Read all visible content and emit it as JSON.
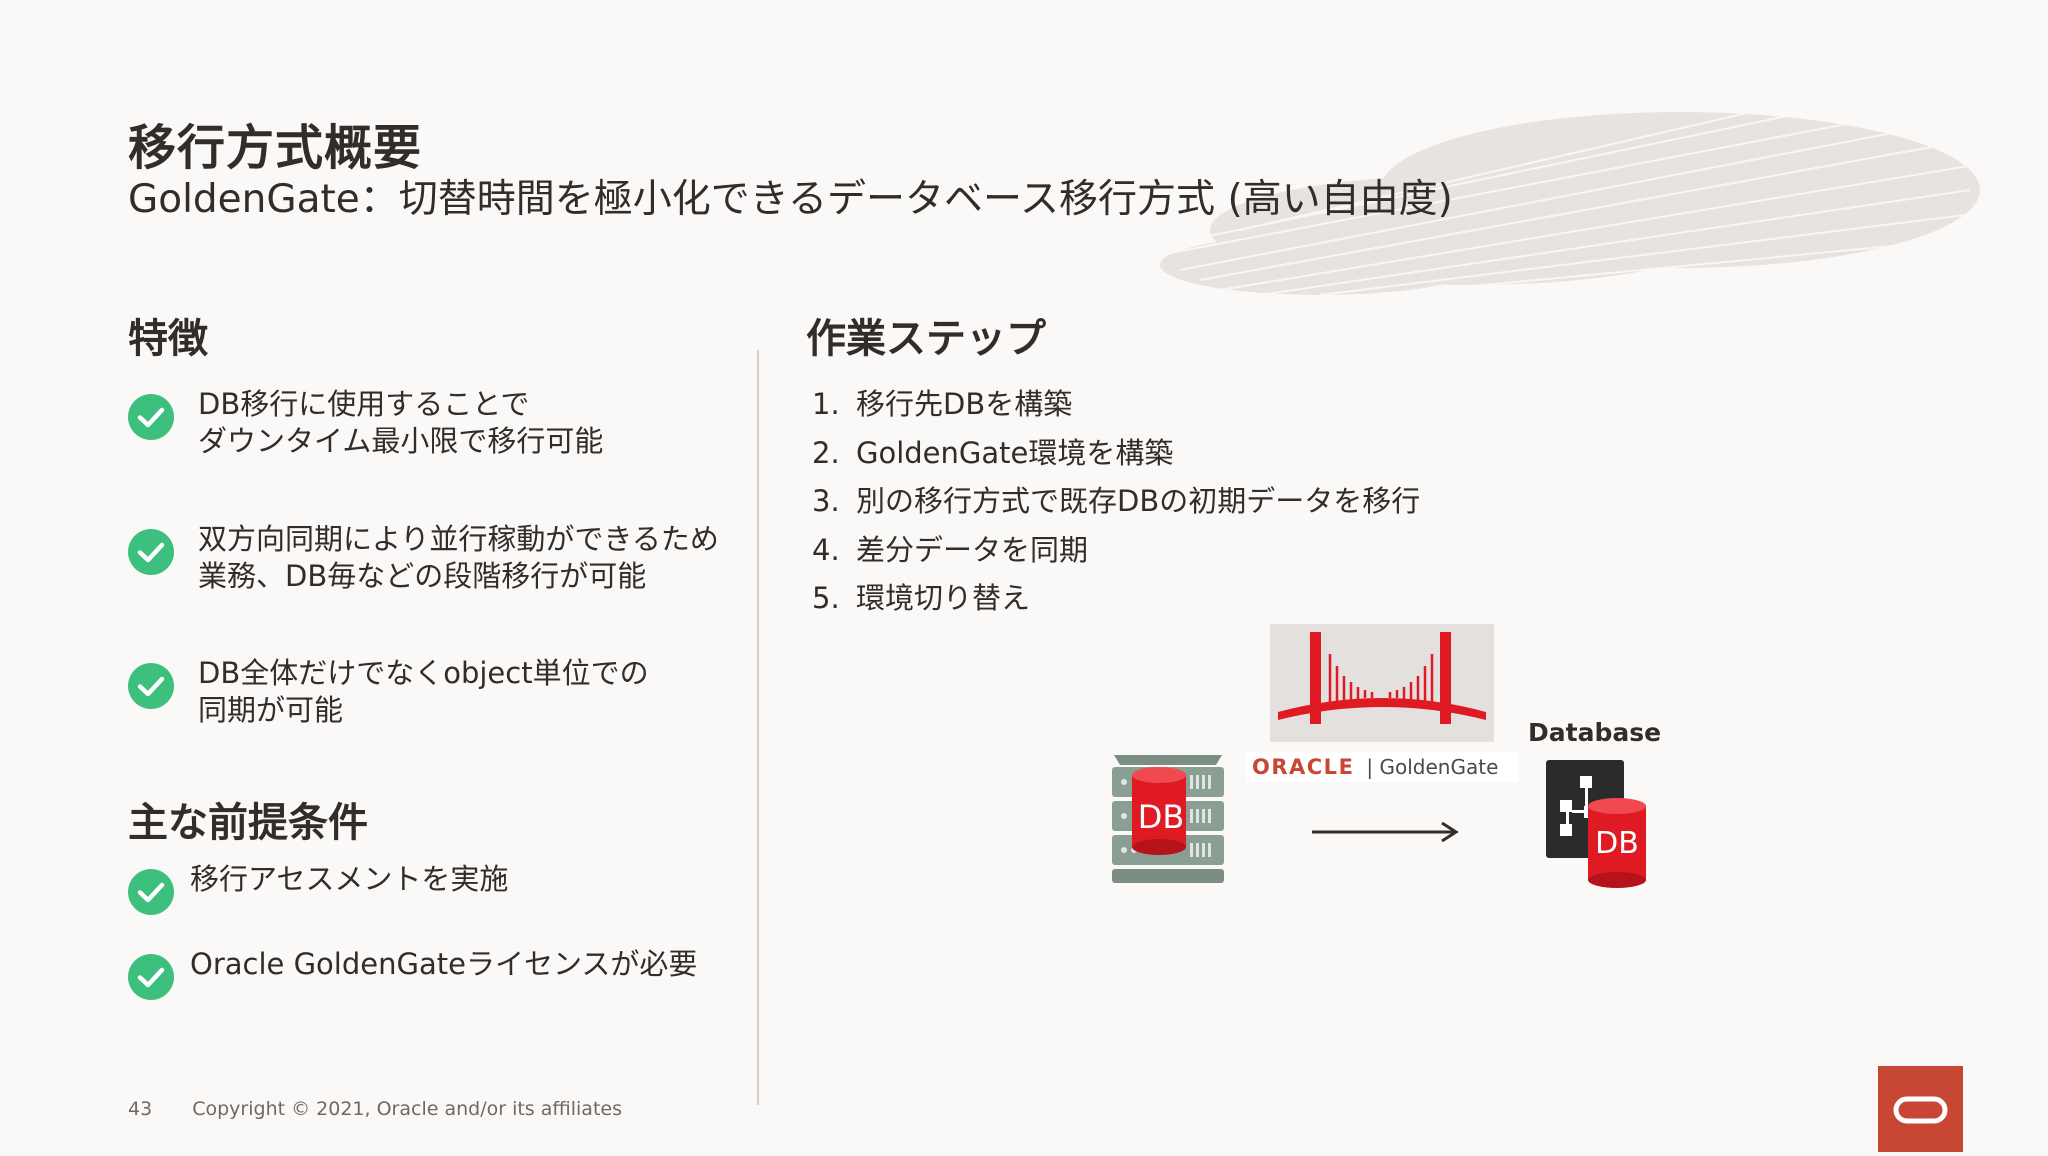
{
  "slide": {
    "title": "移行方式概要",
    "subtitle": "GoldenGate：切替時間を極小化できるデータベース移行方式 (高い自由度)"
  },
  "features": {
    "heading": "特徴",
    "items": [
      {
        "lines": [
          "DB移行に使用することで",
          "ダウンタイム最小限で移行可能"
        ]
      },
      {
        "lines": [
          "双方向同期により並行稼動ができるため",
          "業務、DB毎などの段階移行が可能"
        ]
      },
      {
        "lines": [
          "DB全体だけでなくobject単位での",
          "同期が可能"
        ]
      }
    ]
  },
  "prerequisites": {
    "heading": "主な前提条件",
    "items": [
      {
        "text": "移行アセスメントを実施"
      },
      {
        "text": "Oracle GoldenGateライセンスが必要"
      }
    ]
  },
  "steps": {
    "heading": "作業ステップ",
    "items": [
      {
        "num": "1.",
        "text": "移行先DBを構築"
      },
      {
        "num": "2.",
        "text": "GoldenGate環境を構築"
      },
      {
        "num": "3.",
        "text": "別の移行方式で既存DBの初期データを移行"
      },
      {
        "num": "4.",
        "text": "差分データを同期"
      },
      {
        "num": "5.",
        "text": "環境切り替え"
      }
    ]
  },
  "diagram": {
    "source_db_label": "DB",
    "target_label": "Database",
    "target_db_label": "DB",
    "oracle_wordmark": "ORACLE",
    "product_wordmark": "| GoldenGate",
    "arrow_icon": "right-arrow-icon"
  },
  "footer": {
    "page_number": "43",
    "copyright": "Copyright © 2021, Oracle and/or its affiliates"
  },
  "colors": {
    "check_green": "#3dbf7e",
    "oracle_red": "#c74634",
    "db_red": "#e01a22",
    "text": "#312d2a"
  }
}
